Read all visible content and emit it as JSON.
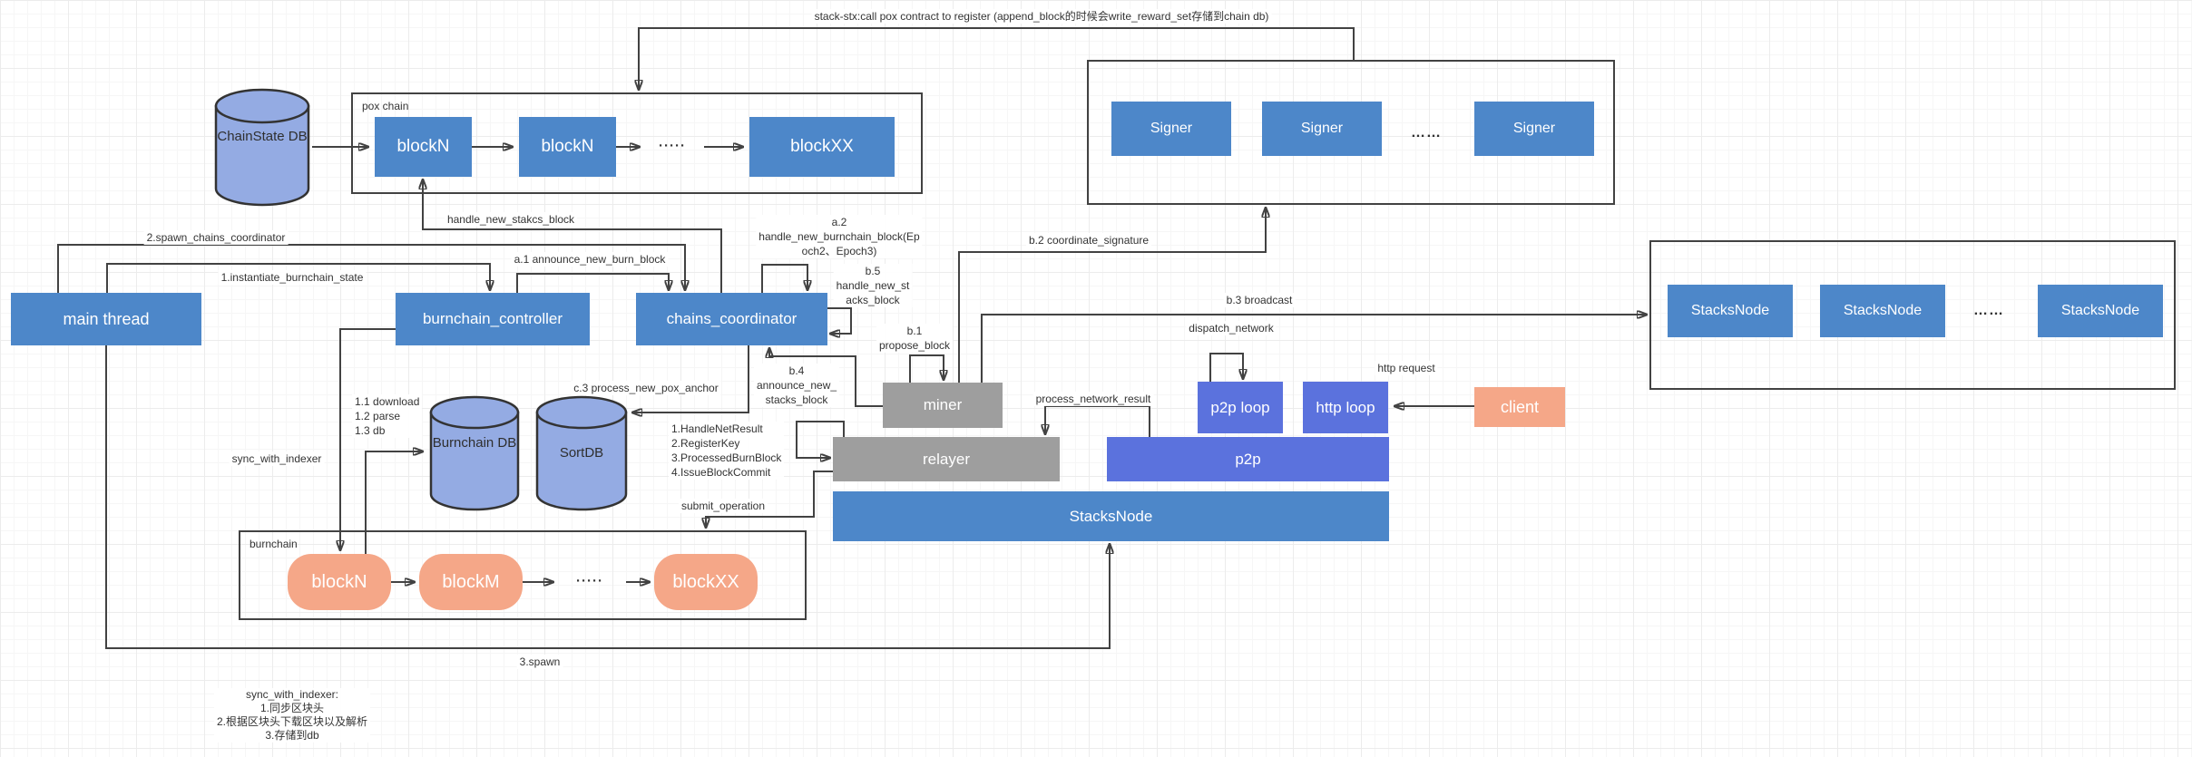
{
  "nodes": {
    "chainstate_db": "ChainState DB",
    "pox_chain_title": "pox chain",
    "pox_blocks": {
      "b1": "blockN",
      "b2": "blockN",
      "b3": "blockXX",
      "dots": "·····"
    },
    "signers": {
      "s1": "Signer",
      "s2": "Signer",
      "s3": "Signer",
      "dots": "……"
    },
    "main_thread": "main thread",
    "burnchain_controller": "burnchain_controller",
    "chains_coordinator": "chains_coordinator",
    "miner": "miner",
    "relayer": "relayer",
    "p2p": "p2p",
    "p2p_loop": "p2p loop",
    "http_loop": "http loop",
    "stacksnode_big": "StacksNode",
    "client": "client",
    "stacks_nodes": {
      "s1": "StacksNode",
      "s2": "StacksNode",
      "s3": "StacksNode",
      "dots": "……"
    },
    "burnchain_db": "Burnchain DB",
    "sort_db": "SortDB",
    "burnchain_title": "burnchain",
    "burn_blocks": {
      "b1": "blockN",
      "b2": "blockM",
      "b3": "blockXX",
      "dots": "·····"
    }
  },
  "edges": {
    "top_note": "stack-stx:call pox contract to register (append_block的时候会write_reward_set存储到chain db)",
    "spawn_chains_coordinator": "2.spawn_chains_coordinator",
    "instantiate_burnchain_state": "1.instantiate_burnchain_state",
    "handle_new_stakcs_block": "handle_new_stakcs_block",
    "a1": "a.1  announce_new_burn_block",
    "a2": [
      "a.2",
      "handle_new_burnchain_block(Ep",
      "och2、Epoch3)"
    ],
    "b5": [
      "b.5",
      "handle_new_st",
      "acks_block"
    ],
    "b1": [
      "b.1",
      "propose_block"
    ],
    "b2": "b.2 coordinate_signature",
    "b3": "b.3 broadcast",
    "b4": [
      "b.4",
      "announce_new_",
      "stacks_block"
    ],
    "c3": "c.3 process_new_pox_anchor",
    "download_steps": [
      "1.1 download",
      "1.2 parse",
      "1.3 db"
    ],
    "sync_with_indexer": "sync_with_indexer",
    "handle_net": [
      "1.HandleNetResult",
      "2.RegisterKey",
      "3.ProcessedBurnBlock",
      "4.IssueBlockCommit"
    ],
    "submit_operation": "submit_operation",
    "process_network_result": "process_network_result",
    "dispatch_network": "dispatch_network",
    "http_request": "http request",
    "spawn3": "3.spawn"
  },
  "notes": {
    "bottom": [
      "sync_with_indexer:",
      "1.同步区块头",
      "2.根据区块头下载区块以及解析",
      "3.存储到db"
    ]
  }
}
